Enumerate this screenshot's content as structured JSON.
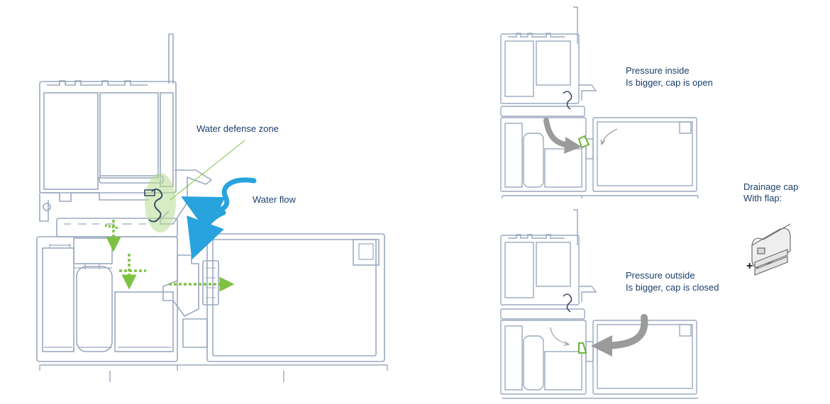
{
  "labels": {
    "water_defense_zone": "Water defense zone",
    "water_flow": "Water flow",
    "pressure_inside_line1": "Pressure inside",
    "pressure_inside_line2": "Is bigger, cap is open",
    "pressure_outside_line1": "Pressure outside",
    "pressure_outside_line2": "Is bigger, cap is closed",
    "drainage_cap_line1": "Drainage cap",
    "drainage_cap_line2": "With flap:",
    "plus_sign": "+"
  },
  "colors": {
    "profile_outline": "#9aa8bf",
    "profile_dark": "#3c4a66",
    "water_arrow": "#29a3dd",
    "drain_green": "#7dc241",
    "defense_zone_fill": "#b7dc92",
    "pressure_arrow": "#9b9b9b",
    "flap_green": "#6db33f"
  }
}
